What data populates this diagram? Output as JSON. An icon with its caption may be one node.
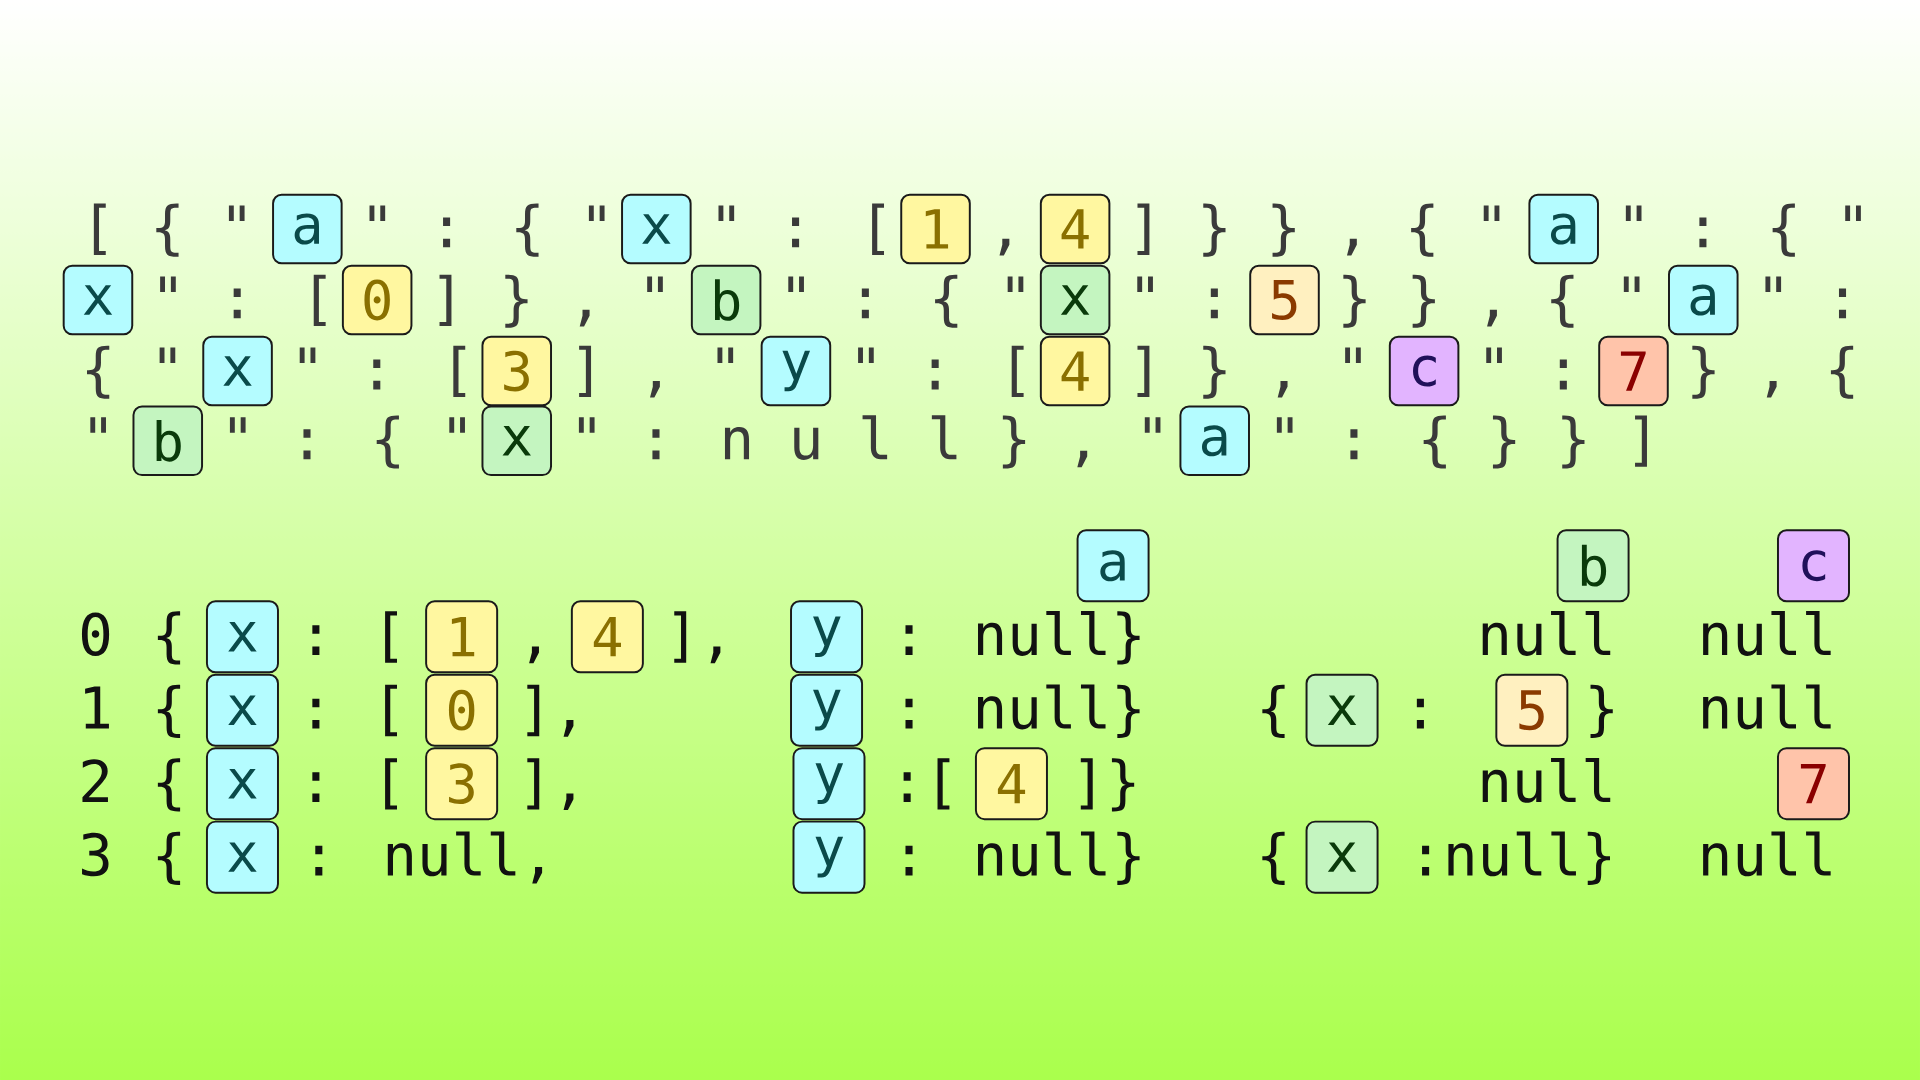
{
  "diagram": {
    "nodes": [
      {
        "text": [
          "a"
        ]
      },
      {
        "text": [
          "x"
        ]
      },
      {
        "text": [
          "1"
        ]
      },
      {
        "text": [
          "4"
        ]
      },
      {
        "text": [
          "a"
        ]
      },
      {
        "text": [
          "x"
        ]
      },
      {
        "text": [
          "0"
        ]
      },
      {
        "text": [
          "b"
        ]
      },
      {
        "text": [
          "x"
        ]
      },
      {
        "text": [
          "5"
        ]
      },
      {
        "text": [
          "a"
        ]
      },
      {
        "text": [
          "x"
        ]
      },
      {
        "text": [
          "3"
        ]
      },
      {
        "text": [
          "y"
        ]
      },
      {
        "text": [
          "4"
        ]
      },
      {
        "text": [
          "c"
        ]
      },
      {
        "text": [
          "7"
        ]
      },
      {
        "text": [
          "b"
        ]
      },
      {
        "text": [
          "x"
        ]
      },
      {
        "text": [
          "a"
        ]
      },
      {
        "text": [
          "a"
        ]
      },
      {
        "text": [
          "b"
        ]
      },
      {
        "text": [
          "c"
        ]
      },
      {
        "text": [
          "x"
        ]
      },
      {
        "text": [
          "1"
        ]
      },
      {
        "text": [
          "4"
        ]
      },
      {
        "text": [
          "y"
        ]
      },
      {
        "text": [
          "x"
        ]
      },
      {
        "text": [
          "0"
        ]
      },
      {
        "text": [
          "y"
        ]
      },
      {
        "text": [
          "x"
        ]
      },
      {
        "text": [
          "5"
        ]
      },
      {
        "text": [
          "x"
        ]
      },
      {
        "text": [
          "3"
        ]
      },
      {
        "text": [
          "y"
        ]
      },
      {
        "text": [
          "4"
        ]
      },
      {
        "text": [
          "7"
        ]
      },
      {
        "text": [
          "x"
        ]
      },
      {
        "text": [
          "y"
        ]
      },
      {
        "text": [
          "x"
        ]
      }
    ],
    "labels": [
      "[ { \"",
      "\" : { \"",
      "\" : [",
      ",",
      "] } } , { \"",
      "\" : { \"",
      "\" : [",
      "] } , \"",
      "\" : { \"",
      "\" :",
      "} } , { \"",
      "\" :",
      "{ \"",
      "\" : [",
      "] , \"",
      "\" : [",
      "] } , \"",
      "\" :",
      "} , {",
      "\"",
      "\" : { \"",
      "\" : n u l l } , \"",
      "\" : { } } ]",
      "0",
      "{",
      ":",
      "[",
      ",",
      "],",
      ": null}",
      "null",
      "null",
      "1",
      "{",
      ":",
      "[",
      "],",
      ": null}",
      "{",
      ":",
      "}",
      "null",
      "2",
      "{",
      ":",
      "[",
      "],",
      ":[",
      "]}",
      "null",
      "3",
      "{",
      ": null,",
      ": null}",
      "{",
      ":null}",
      "null"
    ]
  }
}
